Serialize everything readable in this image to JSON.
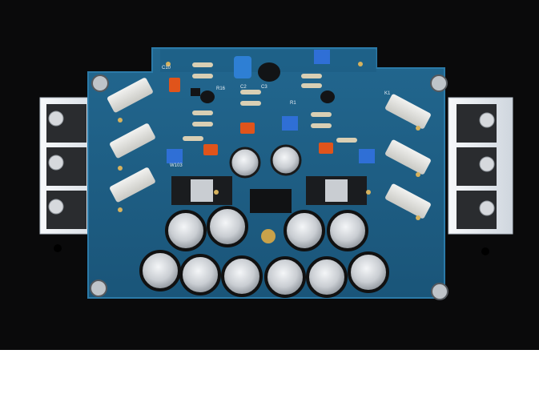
{
  "image": {
    "subject": "audio-amplifier-circuit-board",
    "colors": {
      "background": "#0a0a0b",
      "pcb": "#1f5f86",
      "pcb_dark": "#184c6d",
      "heatsink": "#e9eef4",
      "capacitor": "#c9cdd2",
      "trimmer": "#2f6fd6",
      "orange_part": "#e0541b",
      "gold": "#c9a24a"
    },
    "printed_marks": [
      "W103",
      "R16",
      "C10",
      "R1",
      "C3",
      "C2",
      "K1"
    ]
  }
}
